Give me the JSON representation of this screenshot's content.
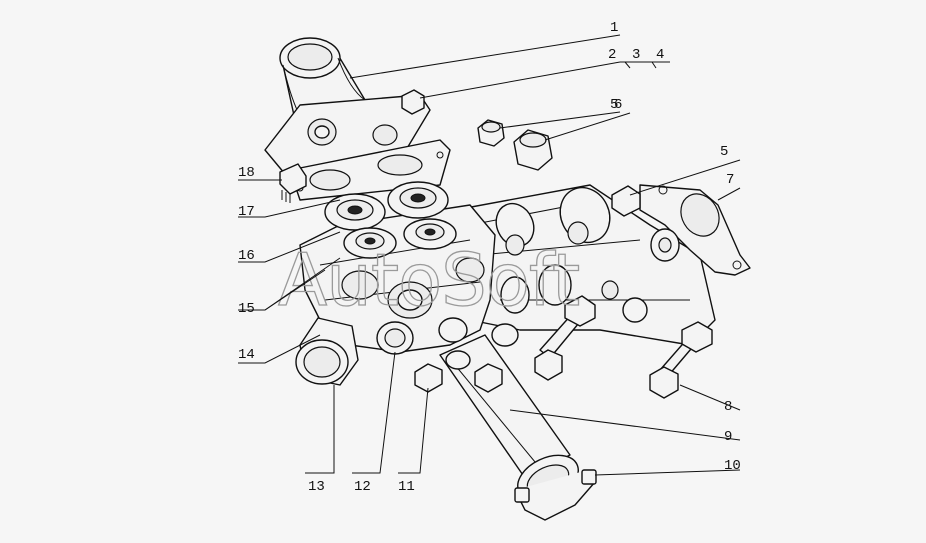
{
  "watermark": "AutoSoft",
  "callouts": [
    "1",
    "2",
    "3",
    "4",
    "5",
    "6",
    "5",
    "7",
    "8",
    "9",
    "10",
    "11",
    "12",
    "13",
    "14",
    "15",
    "16",
    "17",
    "18"
  ]
}
